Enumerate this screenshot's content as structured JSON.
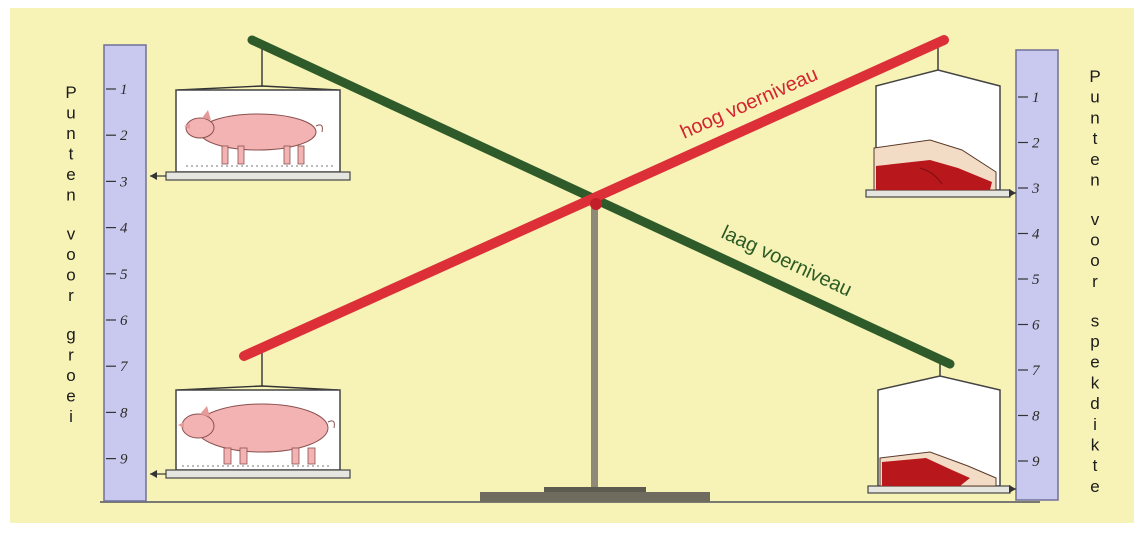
{
  "colors": {
    "background": "#f7f3b7",
    "scale_bar": "#c9c9ef",
    "high_beam": "#dc2f38",
    "low_beam": "#2f5a2a",
    "pig": "#f3b3b2",
    "meat_red": "#b8181c",
    "fat": "#f3dcc6",
    "stand": "#8f8a78"
  },
  "labels": {
    "high": "hoog voerniveau",
    "low": "laag voerniveau",
    "left_axis": "Punten voor groei",
    "right_axis": "Punten voor spekdikte"
  },
  "scale": {
    "marks": [
      "1",
      "2",
      "3",
      "4",
      "5",
      "6",
      "7",
      "8",
      "9"
    ]
  },
  "icons": {
    "pig": "pig-icon",
    "meat": "bacon-slice-icon"
  }
}
